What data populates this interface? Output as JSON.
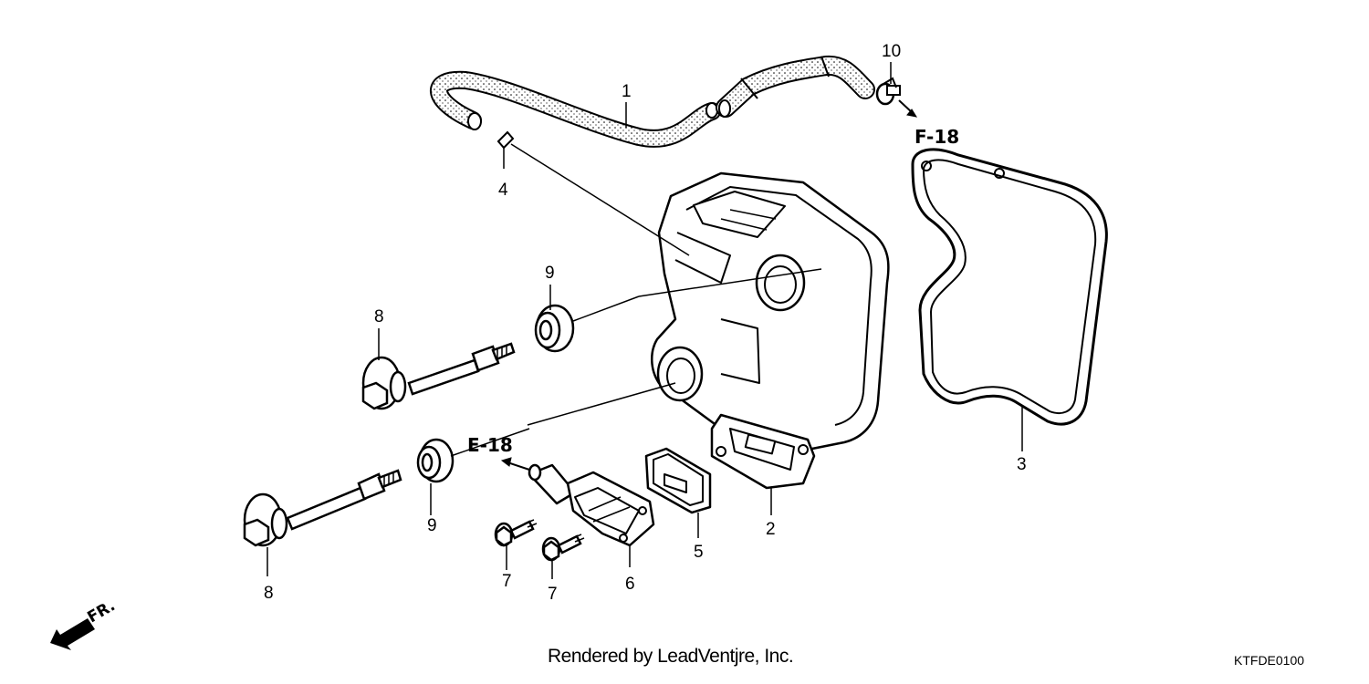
{
  "parts": {
    "hose": "1",
    "cover": "2",
    "gasket": "3",
    "clip": "4",
    "plate_gasket": "5",
    "breather_plate": "6",
    "bolt_a": "7",
    "bolt_b": "7",
    "stud_upper": "8",
    "stud_lower": "8",
    "grommet_upper": "9",
    "grommet_lower": "9",
    "clamp": "10"
  },
  "refs": {
    "f18": "F-18",
    "e18": "E-18"
  },
  "front_label": "FR.",
  "footer": {
    "credit": "Rendered by LeadVentjre, Inc.",
    "code": "KTFDE0100"
  }
}
